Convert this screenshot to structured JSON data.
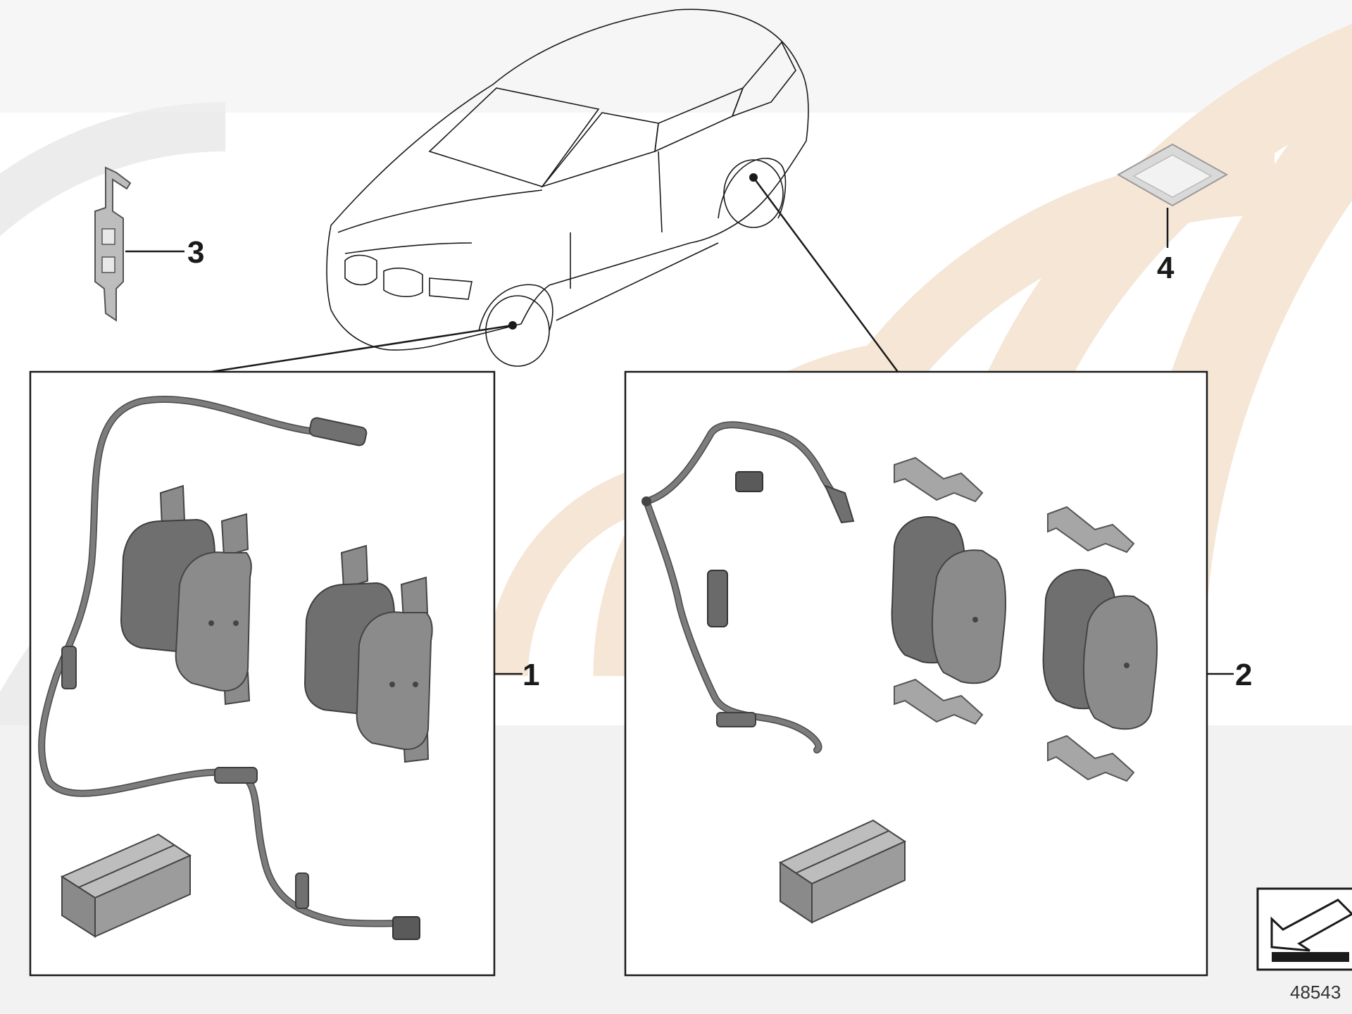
{
  "callouts": {
    "c1": "1",
    "c2": "2",
    "c3": "3",
    "c4": "4"
  },
  "diagram_number": "48543",
  "colors": {
    "watermark_gray": "#ececec",
    "watermark_peach": "#f5e6d6",
    "pad_dark": "#6f6f6f",
    "pad_light": "#8b8b8b",
    "line": "#1a1a1a"
  },
  "icons": {
    "vehicle": "car-outline-icon",
    "arrow_symbol": "diagram-arrow-icon"
  }
}
